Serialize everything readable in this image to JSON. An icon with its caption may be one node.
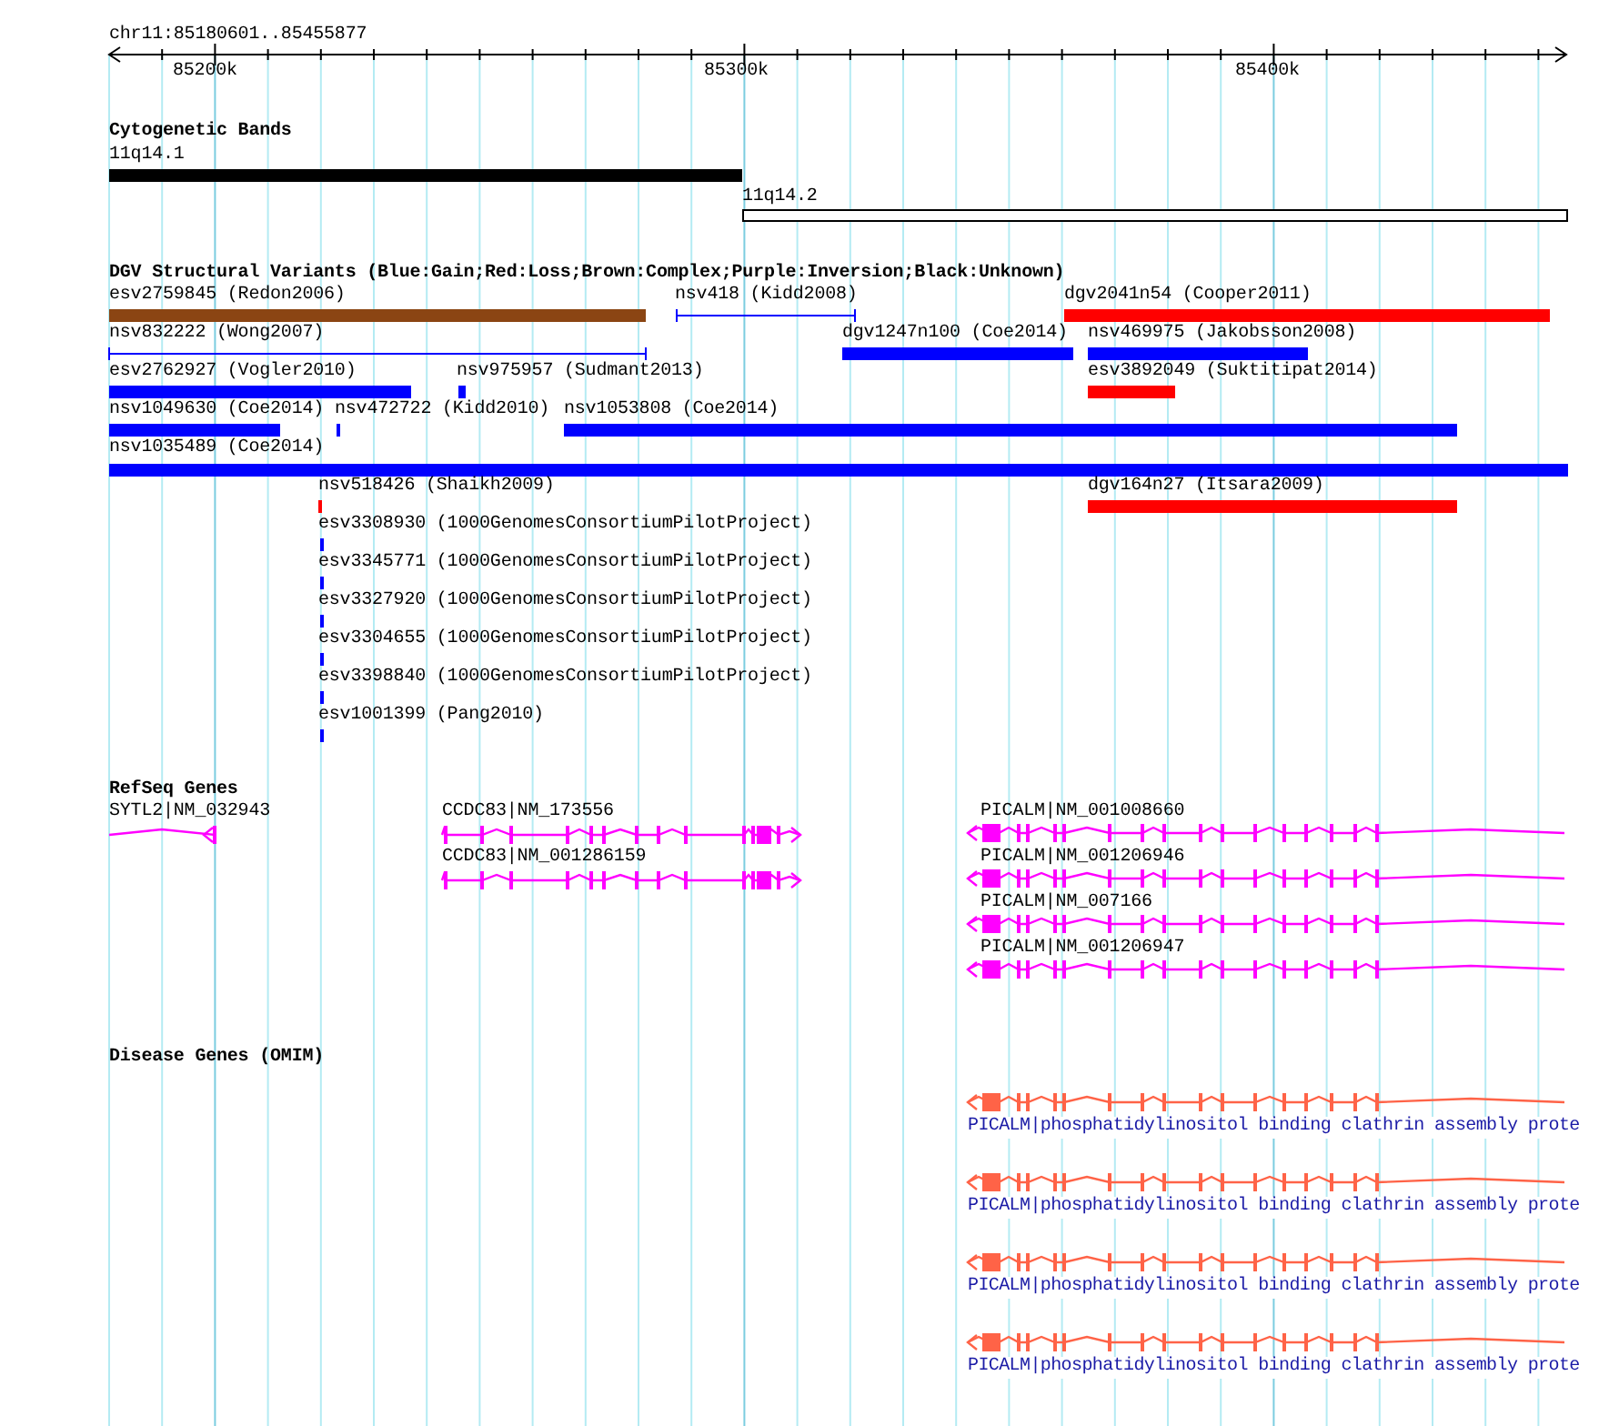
{
  "diagram": {
    "labels": [
      "chr11:85180601..85455877",
      "85200k",
      "85300k",
      "85400k",
      "Cytogenetic Bands",
      "11q14.1",
      "11q14.2",
      "DGV Structural Variants (Blue:Gain;Red:Loss;Brown:Complex;Purple:Inversion;Black:Unknown)",
      "esv2759845 (Redon2006)",
      "nsv418 (Kidd2008)",
      "dgv2041n54 (Cooper2011)",
      "nsv832222 (Wong2007)",
      "dgv1247n100 (Coe2014)",
      "nsv469975 (Jakobsson2008)",
      "esv2762927 (Vogler2010)",
      "nsv975957 (Sudmant2013)",
      "esv3892049 (Suktitipat2014)",
      "nsv1049630 (Coe2014)",
      "nsv472722 (Kidd2010)",
      "nsv1053808 (Coe2014)",
      "nsv1035489 (Coe2014)",
      "nsv518426 (Shaikh2009)",
      "dgv164n27 (Itsara2009)",
      "esv3308930 (1000GenomesConsortiumPilotProject)",
      "esv3345771 (1000GenomesConsortiumPilotProject)",
      "esv3327920 (1000GenomesConsortiumPilotProject)",
      "esv3304655 (1000GenomesConsortiumPilotProject)",
      "esv3398840 (1000GenomesConsortiumPilotProject)",
      "esv1001399 (Pang2010)",
      "RefSeq Genes",
      "SYTL2|NM_032943",
      "CCDC83|NM_173556",
      "PICALM|NM_001008660",
      "CCDC83|NM_001286159",
      "PICALM|NM_001206946",
      "PICALM|NM_007166",
      "PICALM|NM_001206947",
      "Disease Genes (OMIM)",
      "PICALM|phosphatidylinositol binding clathrin assembly prote",
      "PICALM|phosphatidylinositol binding clathrin assembly prote",
      "PICALM|phosphatidylinositol binding clathrin assembly prote",
      "PICALM|phosphatidylinositol binding clathrin assembly prote"
    ]
  }
}
